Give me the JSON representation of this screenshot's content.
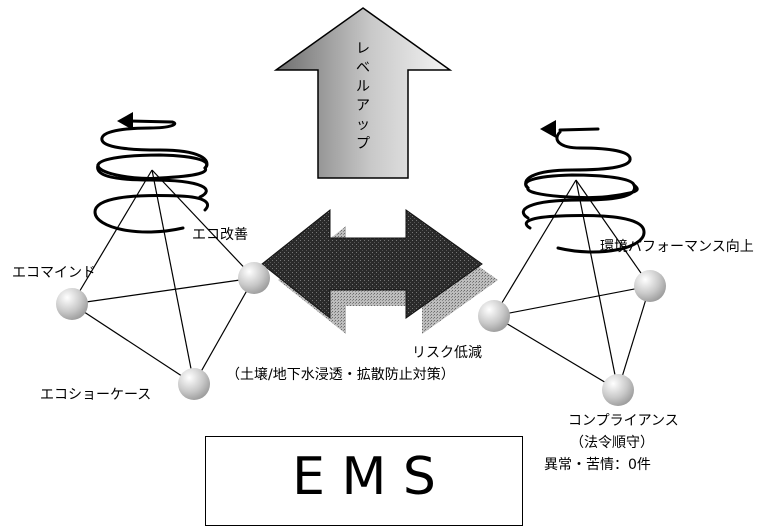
{
  "arrow_up": {
    "label_chars": [
      "レ",
      "ベ",
      "ル",
      "ア",
      "ッ",
      "プ"
    ]
  },
  "left_cycle": {
    "top_label": "エコ改善",
    "left_label": "エコマインド",
    "bottom_label": "エコショーケース"
  },
  "right_cycle": {
    "top_label": "環境パフォーマンス向上",
    "bottom_label_1": "コンプライアンス",
    "bottom_label_2": "（法令順守）",
    "bottom_label_3": "異常・苦情：0件"
  },
  "center": {
    "label_1": "リスク低減",
    "label_2": "（土壌/地下水浸透・拡散防止対策）"
  },
  "ems_box": {
    "text": "E M S"
  },
  "colors": {
    "arrow_gradient_dark": "#7a7a7a",
    "arrow_gradient_light": "#f2f2f2",
    "double_arrow": "#1e1e1e",
    "sphere": "#c8c8c8"
  }
}
